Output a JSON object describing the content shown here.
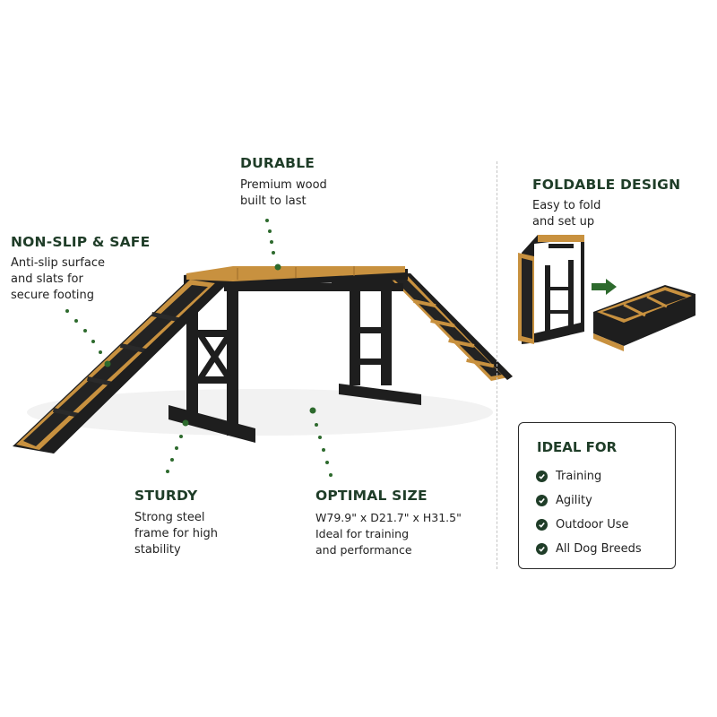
{
  "features": {
    "durable": {
      "title": "DURABLE",
      "lines": [
        "Premium wood",
        "built to last"
      ]
    },
    "non_slip": {
      "title": "NON-SLIP & SAFE",
      "lines": [
        "Anti-slip surface",
        "and slats for",
        "secure footing"
      ]
    },
    "sturdy": {
      "title": "STURDY",
      "lines": [
        "Strong steel",
        "frame for high",
        "stability"
      ]
    },
    "optimal_size": {
      "title": "OPTIMAL SIZE",
      "lines": [
        "W79.9\" x D21.7\" x H31.5\"",
        "Ideal for training",
        "and performance"
      ]
    },
    "foldable": {
      "title": "FOLDABLE DESIGN",
      "lines": [
        "Easy to fold",
        "and set up"
      ]
    }
  },
  "ideal_for": {
    "title": "IDEAL FOR",
    "items": [
      "Training",
      "Agility",
      "Outdoor Use",
      "All Dog Breeds"
    ]
  },
  "colors": {
    "accent_green": "#1f3d28",
    "wood": "#c8913f",
    "frame": "#1e1e1e",
    "mat": "#232323"
  }
}
